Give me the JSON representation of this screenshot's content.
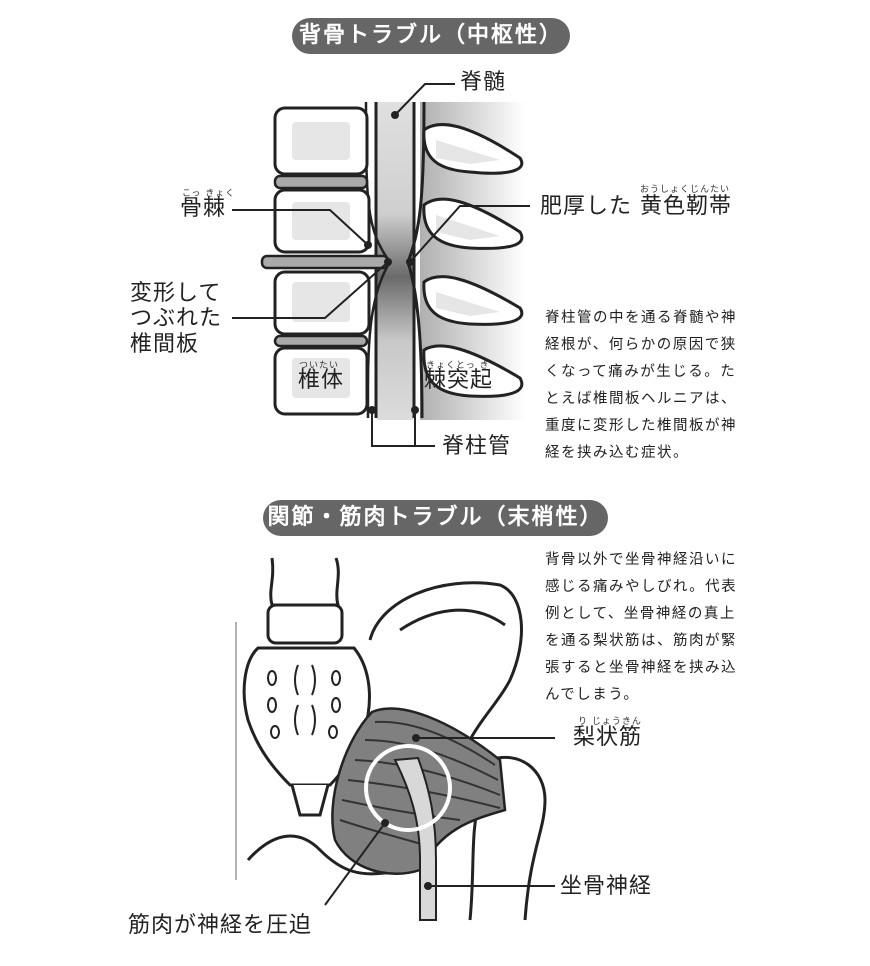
{
  "section1": {
    "title": "背骨トラブル（中枢性）",
    "labels": {
      "spinal_cord": "脊髄",
      "osteophyte": "骨棘",
      "osteophyte_ruby": "こっ きょく",
      "deformed_disc": [
        "変形して",
        "つぶれた",
        "椎間板"
      ],
      "ligamentum_prefix": "肥厚した",
      "ligamentum": "黄色靭帯",
      "ligamentum_ruby": "おうしょくじんたい",
      "vertebral_body": "椎体",
      "vertebral_body_ruby": "ついたい",
      "spinous_process": "棘突起",
      "spinous_process_ruby": "きょくとっ き",
      "spinal_canal": "脊柱管"
    },
    "description": [
      "脊柱管の中を通る脊髄や神",
      "経根が、何らかの原因で狭",
      "くなって痛みが生じる。た",
      "とえば椎間板ヘルニアは、",
      "重度に変形した椎間板が神",
      "経を挟み込む症状。"
    ]
  },
  "section2": {
    "title": "関節・筋肉トラブル（末梢性）",
    "labels": {
      "piriformis": "梨状筋",
      "piriformis_ruby": "り じょうきん",
      "sciatic_nerve": "坐骨神経",
      "compression": "筋肉が神経を圧迫"
    },
    "description": [
      "背骨以外で坐骨神経沿いに",
      "感じる痛みやしびれ。代表",
      "例として、坐骨神経の真上",
      "を通る梨状筋は、筋肉が緊",
      "張すると坐骨神経を挟み込",
      "んでしまう。"
    ]
  },
  "colors": {
    "pill_bg": "#666666",
    "line": "#222222",
    "muscle": "#808080",
    "nerve": "#d8d8d8",
    "bone_fill": "#e6e6e6"
  }
}
